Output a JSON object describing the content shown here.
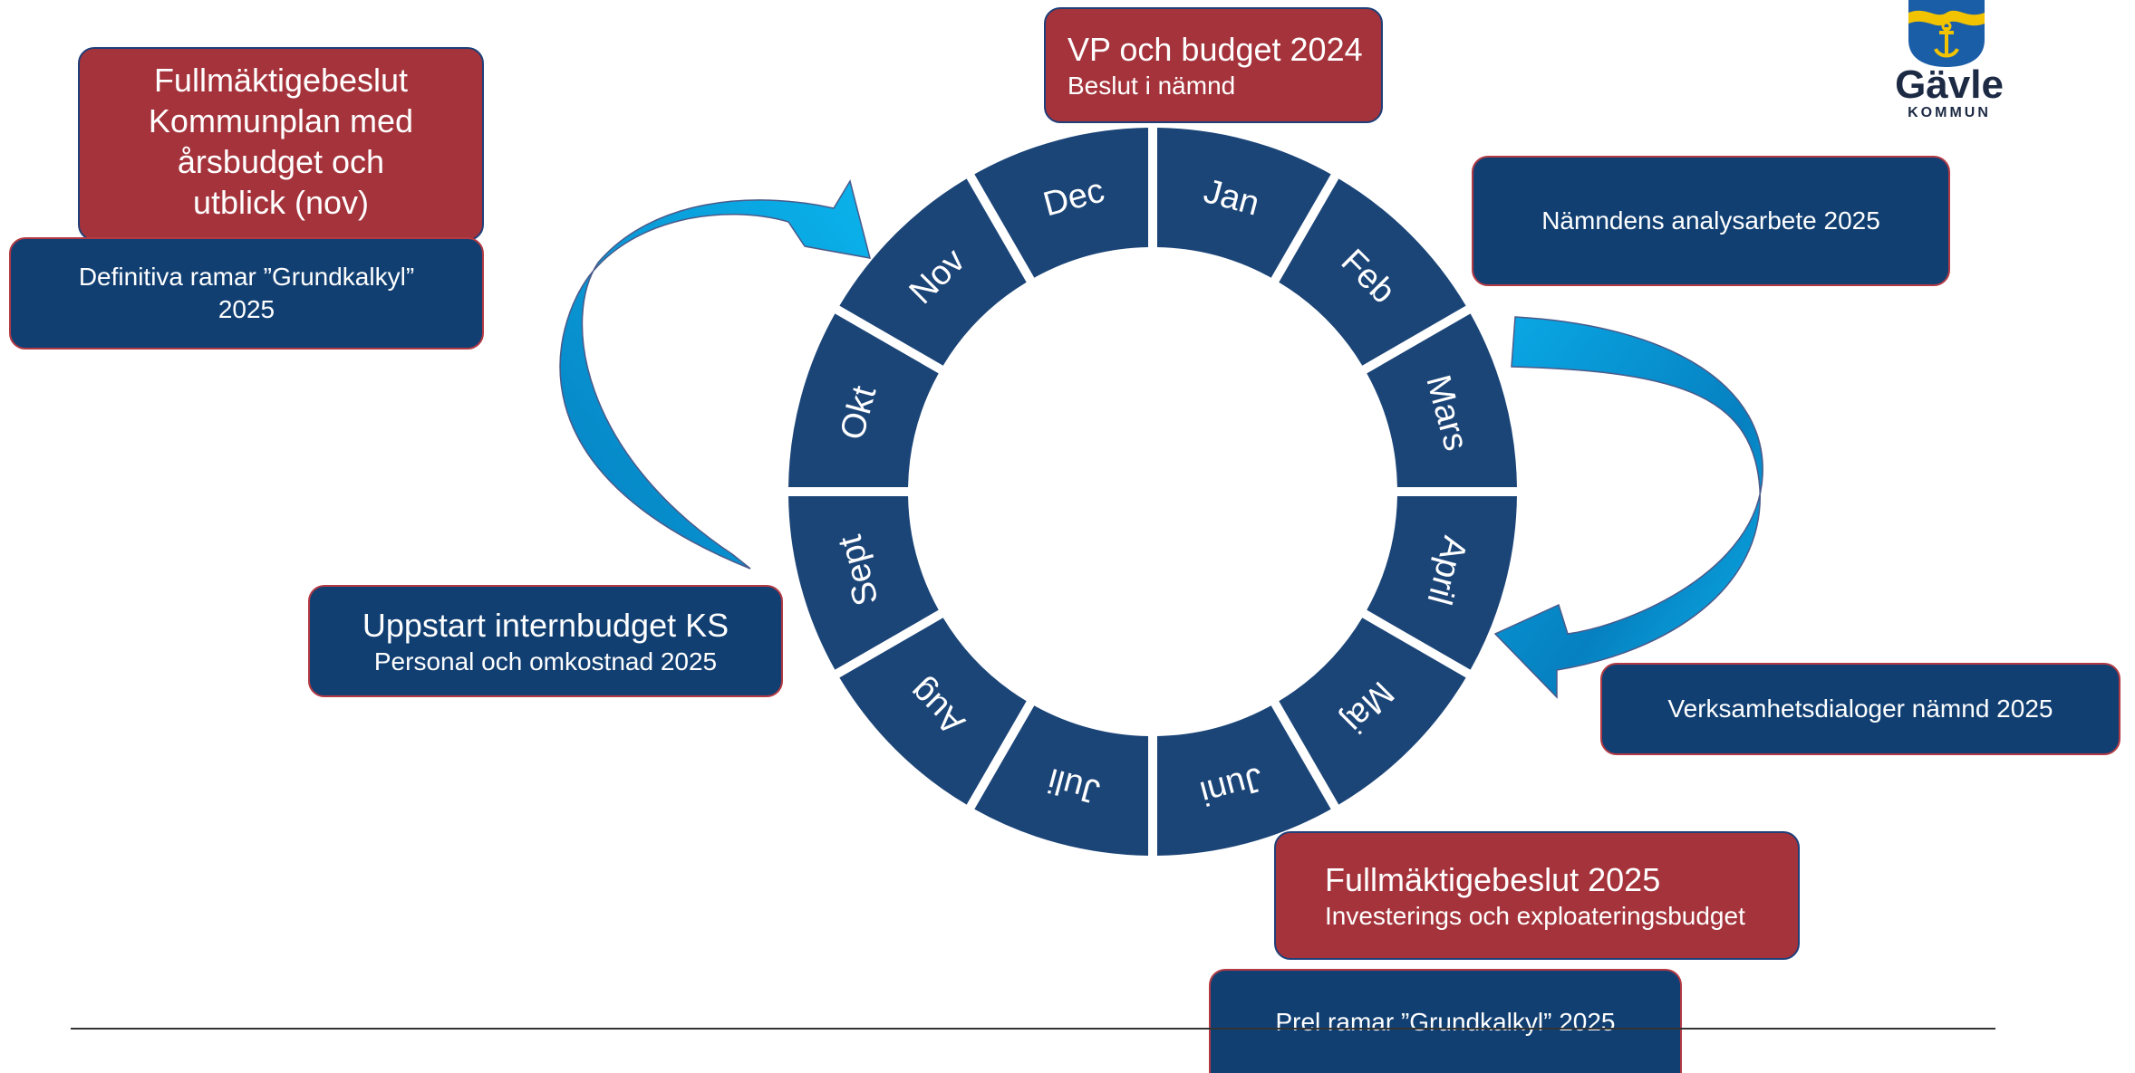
{
  "months": [
    "Jan",
    "Feb",
    "Mars",
    "April",
    "Maj",
    "Juni",
    "Juli",
    "Aug",
    "Sept",
    "Okt",
    "Nov",
    "Dec"
  ],
  "boxes": {
    "vp_title": "VP och budget 2024",
    "vp_sub": "Beslut i nämnd",
    "analys": "Nämndens analysarbete 2025",
    "verksamhet": "Verksamhetsdialoger nämnd 2025",
    "fm2025_title": "Fullmäktigebeslut 2025",
    "fm2025_sub": "Investerings och exploateringsbudget",
    "prel": "Prel ramar ”Grundkalkyl” 2025",
    "uppstart_title": "Uppstart internbudget KS",
    "uppstart_sub": "Personal och omkostnad 2025",
    "fm_nov_lines": [
      "Fullmäktigebeslut",
      "Kommunplan med",
      "årsbudget och",
      "utblick (nov)"
    ],
    "definitiva_lines": [
      "Definitiva ramar ”Grundkalkyl”",
      "2025"
    ]
  },
  "logo": {
    "name": "Gävle",
    "sub": "KOMMUN"
  },
  "colors": {
    "wheel": "#1b4477",
    "red_box": "#a5333b",
    "blue_box": "#113f72",
    "arrow_light": "#0aa9e6",
    "arrow_dark": "#0680c0"
  }
}
